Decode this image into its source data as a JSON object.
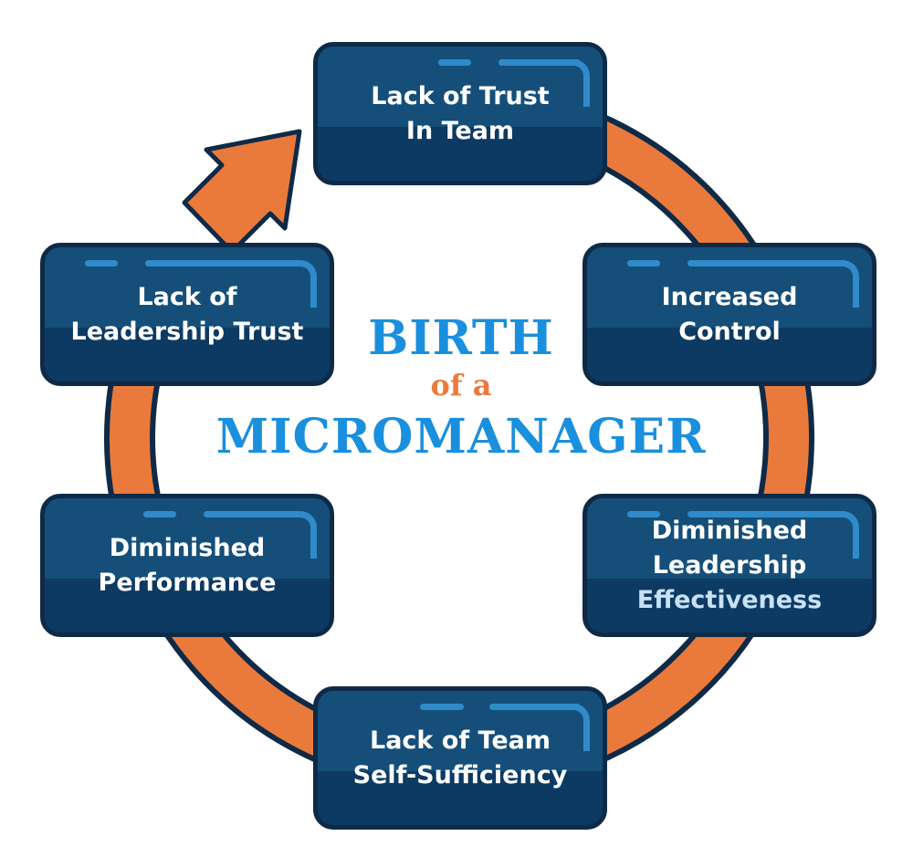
{
  "title": {
    "line1": "BIRTH",
    "line2": "of a",
    "line3": "MICROMANAGER"
  },
  "colors": {
    "ring": "#ea7a3c",
    "ring_shadow": "#b9532a",
    "ring_outline": "#0e2a47",
    "box_top": "#154f79",
    "box_bottom": "#0d3a62",
    "title_blue": "#1a8fde",
    "title_orange": "#eb7a3d"
  },
  "nodes": [
    {
      "lines": [
        "Lack of Trust",
        "In Team"
      ]
    },
    {
      "lines": [
        "Increased",
        "Control"
      ]
    },
    {
      "lines": [
        "Diminished",
        "Leadership",
        "Effectiveness"
      ]
    },
    {
      "lines": [
        "Lack of Team",
        "Self-Sufficiency"
      ]
    },
    {
      "lines": [
        "Diminished",
        "Performance"
      ]
    },
    {
      "lines": [
        "Lack of",
        "Leadership Trust"
      ]
    }
  ]
}
